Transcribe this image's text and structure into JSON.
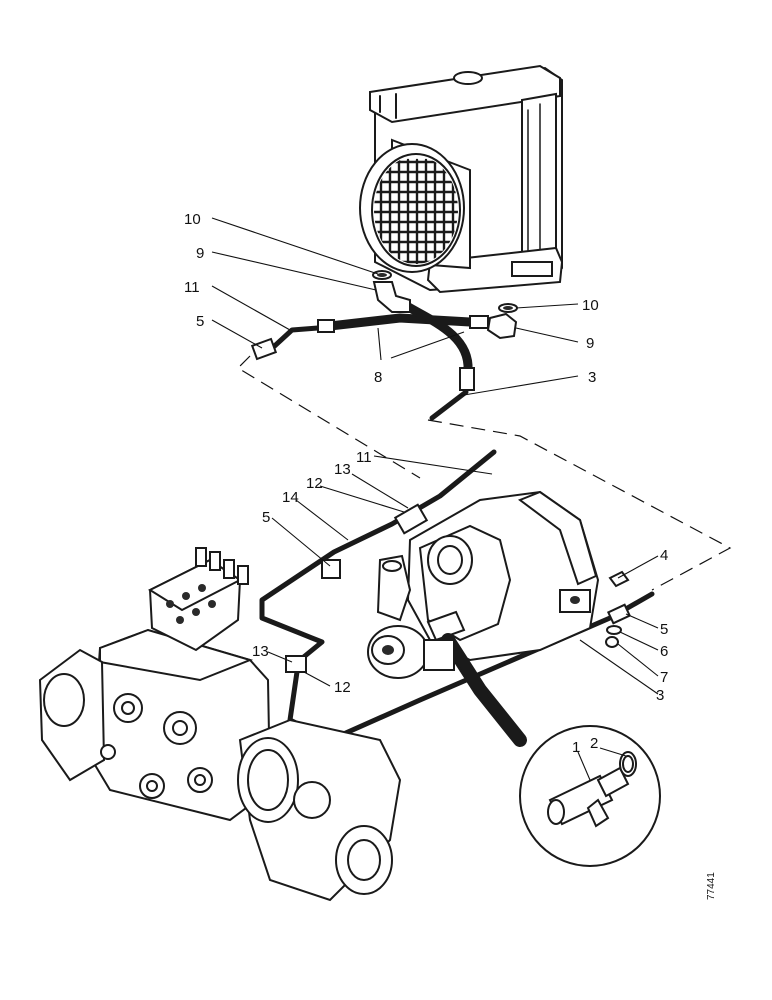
{
  "callouts": {
    "c1": "1",
    "c2": "2",
    "c3a": "3",
    "c3b": "3",
    "c4": "4",
    "c5a": "5",
    "c5b": "5",
    "c5c": "5",
    "c6": "6",
    "c7": "7",
    "c8": "8",
    "c9a": "9",
    "c9b": "9",
    "c10a": "10",
    "c10b": "10",
    "c11a": "11",
    "c11b": "11",
    "c12a": "12",
    "c12b": "12",
    "c13a": "13",
    "c13b": "13",
    "c14": "14"
  },
  "figure_ref": "77441",
  "colors": {
    "ink": "#1a1a1a",
    "paper": "#ffffff"
  }
}
